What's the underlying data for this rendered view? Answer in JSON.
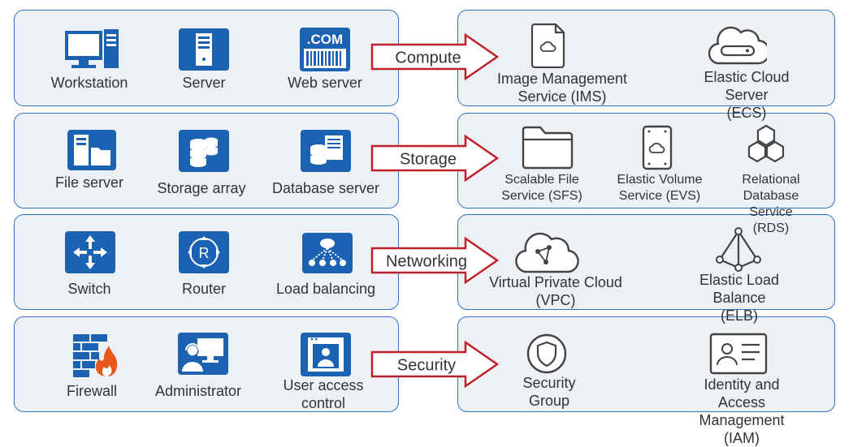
{
  "rows": [
    {
      "on_prem": [
        {
          "label": "Workstation",
          "icon": "workstation-icon"
        },
        {
          "label": "Server",
          "icon": "server-icon"
        },
        {
          "label": "Web server",
          "icon": "web-server-icon",
          "icon_text": ".COM"
        }
      ],
      "category": "Compute",
      "cloud": [
        {
          "label": "Image Management\nService (IMS)",
          "icon": "image-file-icon"
        },
        {
          "label": "Elastic Cloud Server\n(ECS)",
          "icon": "cloud-server-icon"
        }
      ]
    },
    {
      "on_prem": [
        {
          "label": "File server",
          "icon": "file-server-icon"
        },
        {
          "label": "Storage array",
          "icon": "storage-array-icon"
        },
        {
          "label": "Database server",
          "icon": "database-server-icon"
        }
      ],
      "category": "Storage",
      "cloud": [
        {
          "label": "Scalable File\nService (SFS)",
          "icon": "folder-icon"
        },
        {
          "label": "Elastic Volume\nService (EVS)",
          "icon": "volume-icon"
        },
        {
          "label": "Relational Database\nService (RDS)",
          "icon": "hexagon-cluster-icon"
        }
      ]
    },
    {
      "on_prem": [
        {
          "label": "Switch",
          "icon": "switch-icon"
        },
        {
          "label": "Router",
          "icon": "router-icon",
          "icon_text": "R"
        },
        {
          "label": "Load balancing",
          "icon": "load-balancing-icon"
        }
      ],
      "category": "Networking",
      "cloud": [
        {
          "label": "Virtual Private Cloud\n(VPC)",
          "icon": "vpc-cloud-icon"
        },
        {
          "label": "Elastic Load Balance\n(ELB)",
          "icon": "load-balance-pyramid-icon"
        }
      ]
    },
    {
      "on_prem": [
        {
          "label": "Firewall",
          "icon": "firewall-icon"
        },
        {
          "label": "Administrator",
          "icon": "administrator-icon"
        },
        {
          "label": "User access\ncontrol",
          "icon": "user-access-icon"
        }
      ],
      "category": "Security",
      "cloud": [
        {
          "label": "Security\nGroup",
          "icon": "shield-icon"
        },
        {
          "label": "Identity and Access\nManagement (IAM)",
          "icon": "id-card-icon"
        }
      ]
    }
  ],
  "colors": {
    "box_fill": "#edf1f6",
    "box_border": "#2f73c7",
    "icon_blue": "#1c62b3",
    "arrow_red": "#c0202a",
    "outline_gray": "#444444"
  }
}
